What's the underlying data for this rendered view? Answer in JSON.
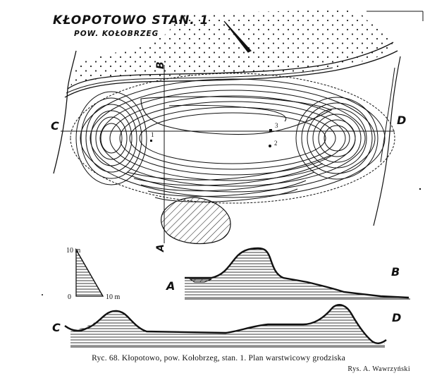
{
  "plan": {
    "title": "KŁOPOTOWO STAN. 1",
    "subtitle": "POW. KOŁOBRZEG",
    "section_marks": {
      "a": "A",
      "b": "B",
      "c": "C",
      "d": "D"
    },
    "points": [
      "1",
      "2",
      "3"
    ]
  },
  "scale": {
    "vertical": "10 m",
    "horizontal": "10 m",
    "origin": "0"
  },
  "profiles": {
    "ab": {
      "start": "A",
      "end": "B"
    },
    "cd": {
      "start": "C",
      "end": "D"
    }
  },
  "caption": "Ryc. 68. Kłopotowo, pow. Kołobrzeg, stan. 1. Plan warstwicowy grodziska",
  "credit": "Rys. A. Wawrzyński"
}
